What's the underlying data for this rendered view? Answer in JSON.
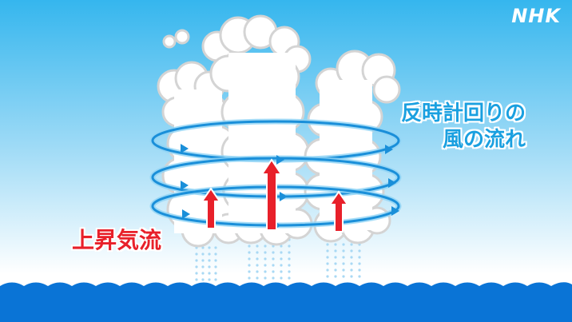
{
  "logo": {
    "text": "NHK"
  },
  "labels": {
    "ccw_flow_line1": "反時計回りの",
    "ccw_flow_line2": "風の流れ",
    "updraft": "上昇気流"
  },
  "colors": {
    "sky_top": "#35b6ee",
    "sky_bottom": "#ffffff",
    "sea": "#0a74d6",
    "cloud": "#ffffff",
    "cloud_shade": "#d4d4d4",
    "wind_ring": "#1a8fd9",
    "wind_ring_light": "#8fd3f5",
    "updraft_arrow": "#e8202a",
    "rain": "#a9d9f4",
    "ccw_label": "#1aa0e0",
    "updraft_label": "#e8202a",
    "logo": "#ffffff"
  },
  "icons": {
    "updraft_arrows": "up-arrow",
    "wind_rings": "counterclockwise-ring"
  }
}
